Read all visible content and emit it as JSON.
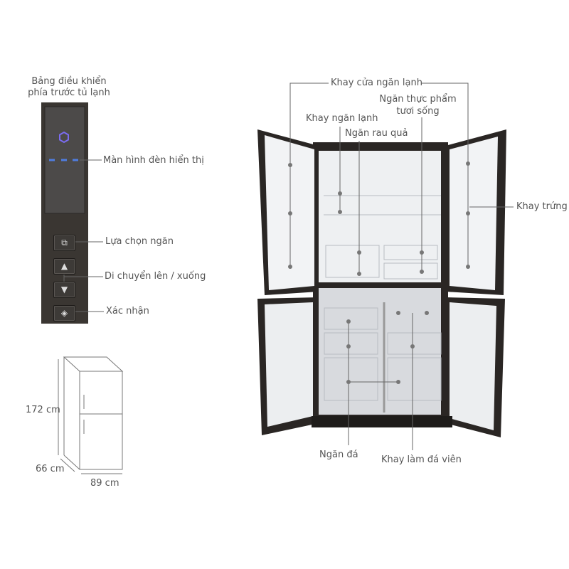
{
  "panel": {
    "title_line1": "Bảng điều khiển",
    "title_line2": "phía trước tủ lạnh",
    "display_label": "Màn hình đèn hiển thị",
    "select_label": "Lựa chọn ngăn",
    "move_label": "Di chuyển lên / xuống",
    "confirm_label": "Xác nhận"
  },
  "dimensions": {
    "height": "172 cm",
    "depth": "66 cm",
    "width": "89 cm"
  },
  "fridge": {
    "door_tray": "Khay cửa ngăn lạnh",
    "fresh_food_line1": "Ngăn thực phẩm",
    "fresh_food_line2": "tươi sống",
    "fridge_shelf": "Khay ngăn lạnh",
    "vegetable": "Ngăn rau quả",
    "egg_tray": "Khay trứng",
    "freezer": "Ngăn đá",
    "ice_tray": "Khay làm đá viên"
  },
  "colors": {
    "panel": "#3a3632",
    "display_led": "#4f7de0",
    "hexagon": "#7b6cf0",
    "body": "#2a2624"
  }
}
